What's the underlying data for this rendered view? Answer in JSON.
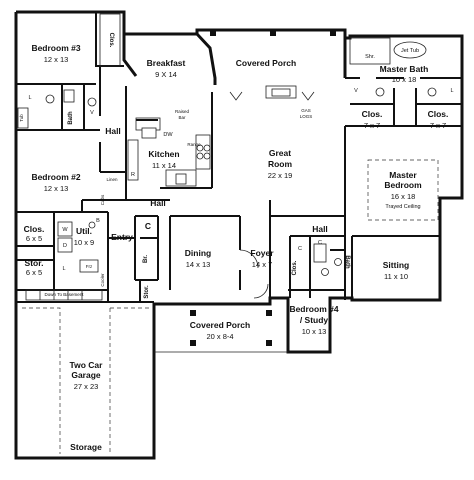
{
  "rooms": {
    "bedroom3": {
      "name": "Bedroom #3",
      "dim": "12 x 13"
    },
    "closet_b3": {
      "name": "Clos."
    },
    "breakfast": {
      "name": "Breakfast",
      "dim": "9 X 14"
    },
    "covered_porch_top": {
      "name": "Covered Porch"
    },
    "master_bath": {
      "name": "Master Bath",
      "dim": "10 x 18"
    },
    "jet_tub": {
      "name": "Jet Tub"
    },
    "shower": {
      "name": "Shr."
    },
    "master_clos_left": {
      "name": "Clos.",
      "dim": "7 x 7"
    },
    "master_clos_right": {
      "name": "Clos.",
      "dim": "7 x 7"
    },
    "master_bedroom": {
      "name_line1": "Master",
      "name_line2": "Bedroom",
      "dim": "16 x 18",
      "note": "Trayed Ceiling"
    },
    "bath_left": {
      "name": "Bath"
    },
    "hall_top": {
      "name": "Hall"
    },
    "kitchen": {
      "name": "Kitchen",
      "dim": "11 x 14"
    },
    "raised_bar": {
      "line1": "Raised",
      "line2": "Bar"
    },
    "dw": {
      "name": "DW"
    },
    "range": {
      "name": "Range"
    },
    "refrigerator": {
      "name": "R"
    },
    "great_room": {
      "name_line1": "Great",
      "name_line2": "Room",
      "dim": "22 x 19"
    },
    "gas_logs": {
      "line1": "GAS",
      "line2": "LOGS"
    },
    "bedroom2": {
      "name": "Bedroom #2",
      "dim": "12 x 13"
    },
    "linen": {
      "name": "Linen"
    },
    "cabs": {
      "name": "Cabs"
    },
    "hall_mid": {
      "name": "Hall"
    },
    "closet_b2": {
      "name": "Clos.",
      "dim": "6 x 5"
    },
    "utility": {
      "name": "Util.",
      "dim": "10 x 9"
    },
    "entry": {
      "name": "Entry"
    },
    "coat_closet": {
      "name": "C"
    },
    "broom": {
      "name": "Br."
    },
    "dining": {
      "name": "Dining",
      "dim": "14 x 13"
    },
    "foyer": {
      "name": "Foyer",
      "dim": "14 x 7"
    },
    "hall_right": {
      "name": "Hall"
    },
    "sitting": {
      "name": "Sitting",
      "dim": "11 x 10"
    },
    "storage_left": {
      "name": "Stor.",
      "dim": "6 x 5"
    },
    "down_to_basement": {
      "name": "Down To Basement"
    },
    "storage_small": {
      "name": "Stor."
    },
    "bath_right": {
      "name": "Bath"
    },
    "closet_right": {
      "name": "Clos."
    },
    "bedroom4": {
      "name_line1": "Bedroom #4",
      "name_line2": "/ Study",
      "dim": "10 x 13"
    },
    "covered_porch_front": {
      "name": "Covered Porch",
      "dim": "20 x 8-4"
    },
    "garage": {
      "name_line1": "Two Car",
      "name_line2": "Garage",
      "dim": "27 x 23"
    },
    "storage_garage": {
      "name": "Storage"
    },
    "washer": {
      "name": "W"
    },
    "dryer": {
      "name": "D"
    },
    "freezer": {
      "name": "Frz"
    },
    "tub_left": {
      "name": "Tub"
    },
    "cooler": {
      "name": "Cooler"
    },
    "linen_clos_c1": {
      "name": "C"
    },
    "linen_clos_c2": {
      "name": "C"
    },
    "bath_b": {
      "name": "B"
    },
    "v_left": {
      "name": "V"
    },
    "v_right": {
      "name": "V"
    },
    "l_left": {
      "name": "L"
    },
    "l_right": {
      "name": "L"
    },
    "l_util": {
      "name": "L"
    }
  }
}
